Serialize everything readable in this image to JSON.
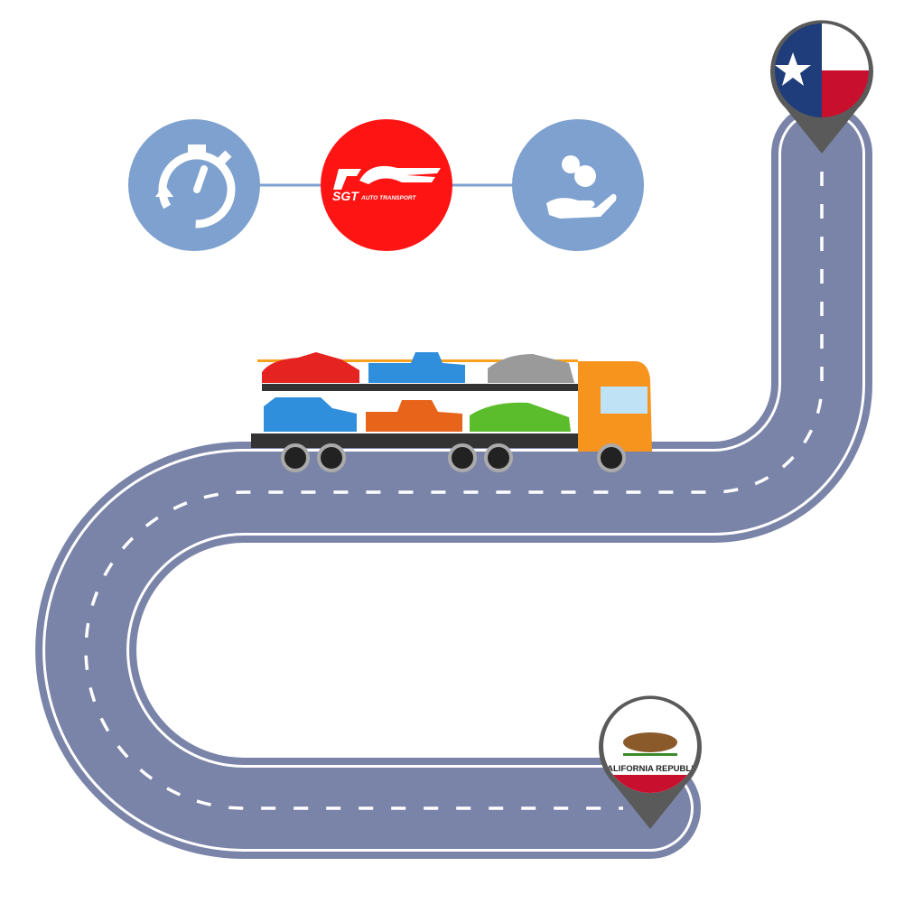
{
  "logo": {
    "brand": "SGT",
    "tagline": "AUTO TRANSPORT",
    "color": "#ff1414"
  },
  "icons": [
    {
      "name": "stopwatch-icon",
      "color": "#7ea1cf"
    },
    {
      "name": "sgt-logo",
      "color": "#ff1414"
    },
    {
      "name": "hand-coins-icon",
      "color": "#7ea1cf"
    }
  ],
  "road": {
    "color": "#7a84a8",
    "marking_color": "#ffffff"
  },
  "destination_pin": {
    "flag": "texas-flag-icon"
  },
  "origin_pin": {
    "flag": "california-flag-icon",
    "flag_text": "CALIFORNIA REPUBLIC"
  },
  "truck": {
    "cab_color": "#f7941d",
    "car_colors": [
      "#e52421",
      "#2f8fdc",
      "#9a9a9a",
      "#2f8fdc",
      "#e8641b",
      "#5bbd2b"
    ]
  }
}
